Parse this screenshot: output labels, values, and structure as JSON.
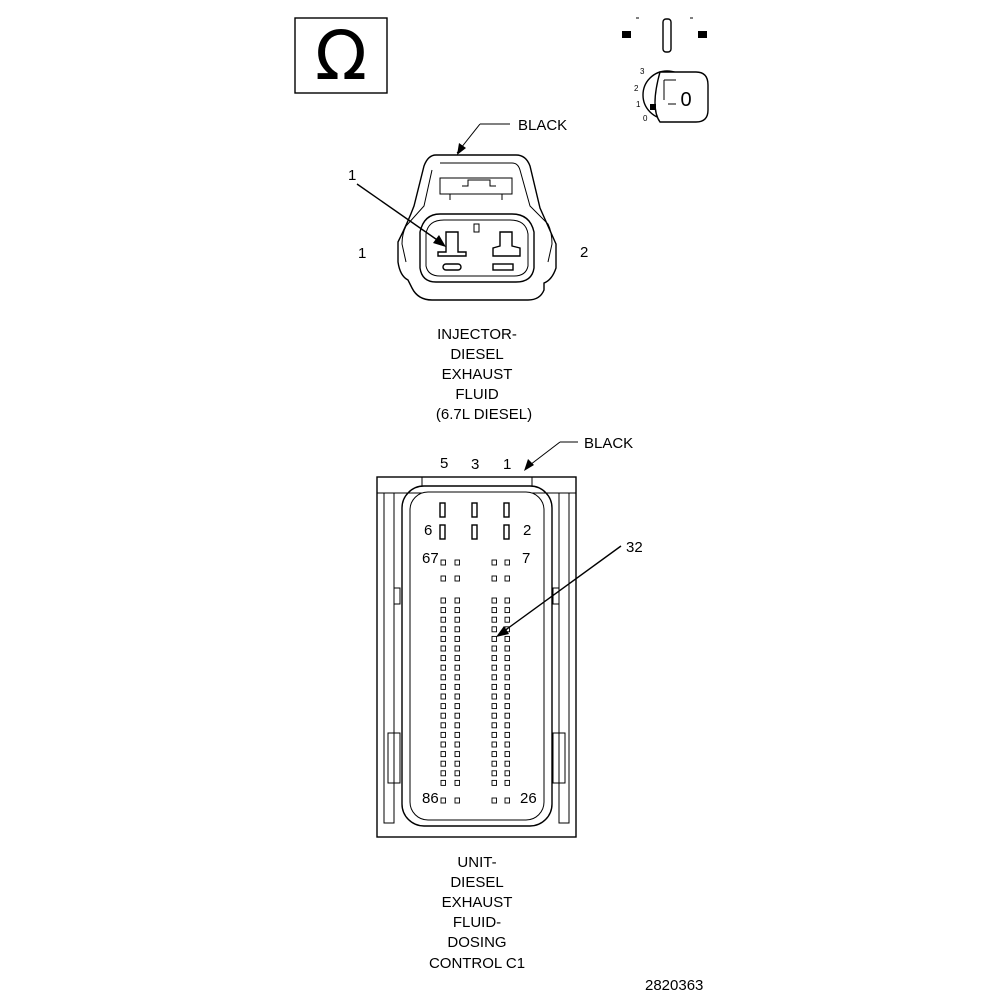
{
  "ohm_symbol": "Ω",
  "ignition_key": {
    "icon": "ignition-key-icon",
    "positions": [
      "3",
      "2",
      "1",
      "0"
    ],
    "key_label": "0"
  },
  "connector1": {
    "color_label": "BLACK",
    "callout": "1",
    "side_left": "1",
    "side_right": "2",
    "caption": [
      "INJECTOR-",
      "DIESEL",
      "EXHAUST",
      "FLUID",
      "(6.7L DIESEL)"
    ]
  },
  "connector2": {
    "color_label": "BLACK",
    "top_numbers": [
      "5",
      "3",
      "1"
    ],
    "label_6": "6",
    "label_2": "2",
    "label_67": "67",
    "label_7": "7",
    "callout": "32",
    "label_86": "86",
    "label_26": "26",
    "caption": [
      "UNIT-",
      "DIESEL",
      "EXHAUST",
      "FLUID-",
      "DOSING",
      "CONTROL C1"
    ]
  },
  "figure_number": "2820363"
}
